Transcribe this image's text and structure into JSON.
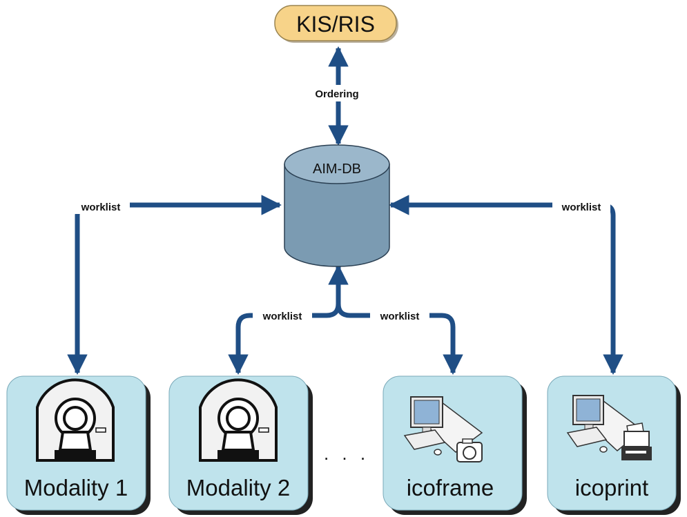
{
  "nodes": {
    "kis": "KIS/RIS",
    "db": "AIM-DB",
    "modality1": "Modality 1",
    "modality2": "Modality 2",
    "icoframe": "icoframe",
    "icoprint": "icoprint"
  },
  "connections": {
    "ordering": "Ordering",
    "worklist_left": "worklist",
    "worklist_right": "worklist",
    "worklist_mod2": "worklist",
    "worklist_icoframe": "worklist"
  },
  "ellipsis": ". . .",
  "colors": {
    "arrow": "#1f4e85",
    "kis_fill": "#f7d389",
    "db_body": "#7b9bb2",
    "db_top": "#9bb7cb",
    "node_fill": "#bfe3ec",
    "node_shadow": "#222222"
  },
  "icons": [
    "ct-scanner-icon",
    "workstation-camera-icon",
    "workstation-printer-icon"
  ]
}
